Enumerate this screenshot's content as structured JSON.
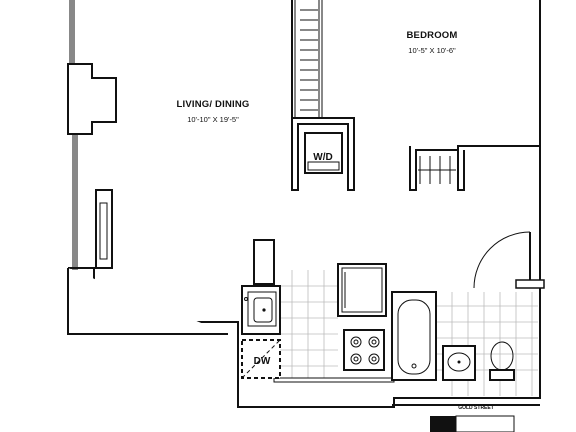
{
  "rooms": {
    "living": {
      "name": "LIVING/ DINING",
      "dims": "10'-10\" X 19'-5\""
    },
    "bedroom": {
      "name": "BEDROOM",
      "dims": "10'-5\" X 10'-6\""
    }
  },
  "appliances": {
    "washer_dryer": "W/D",
    "dishwasher": "DW"
  },
  "legend": {
    "street": "GOLD STREET"
  },
  "colors": {
    "wall": "#111111",
    "tile": "#bbbbbb",
    "background": "#ffffff"
  }
}
